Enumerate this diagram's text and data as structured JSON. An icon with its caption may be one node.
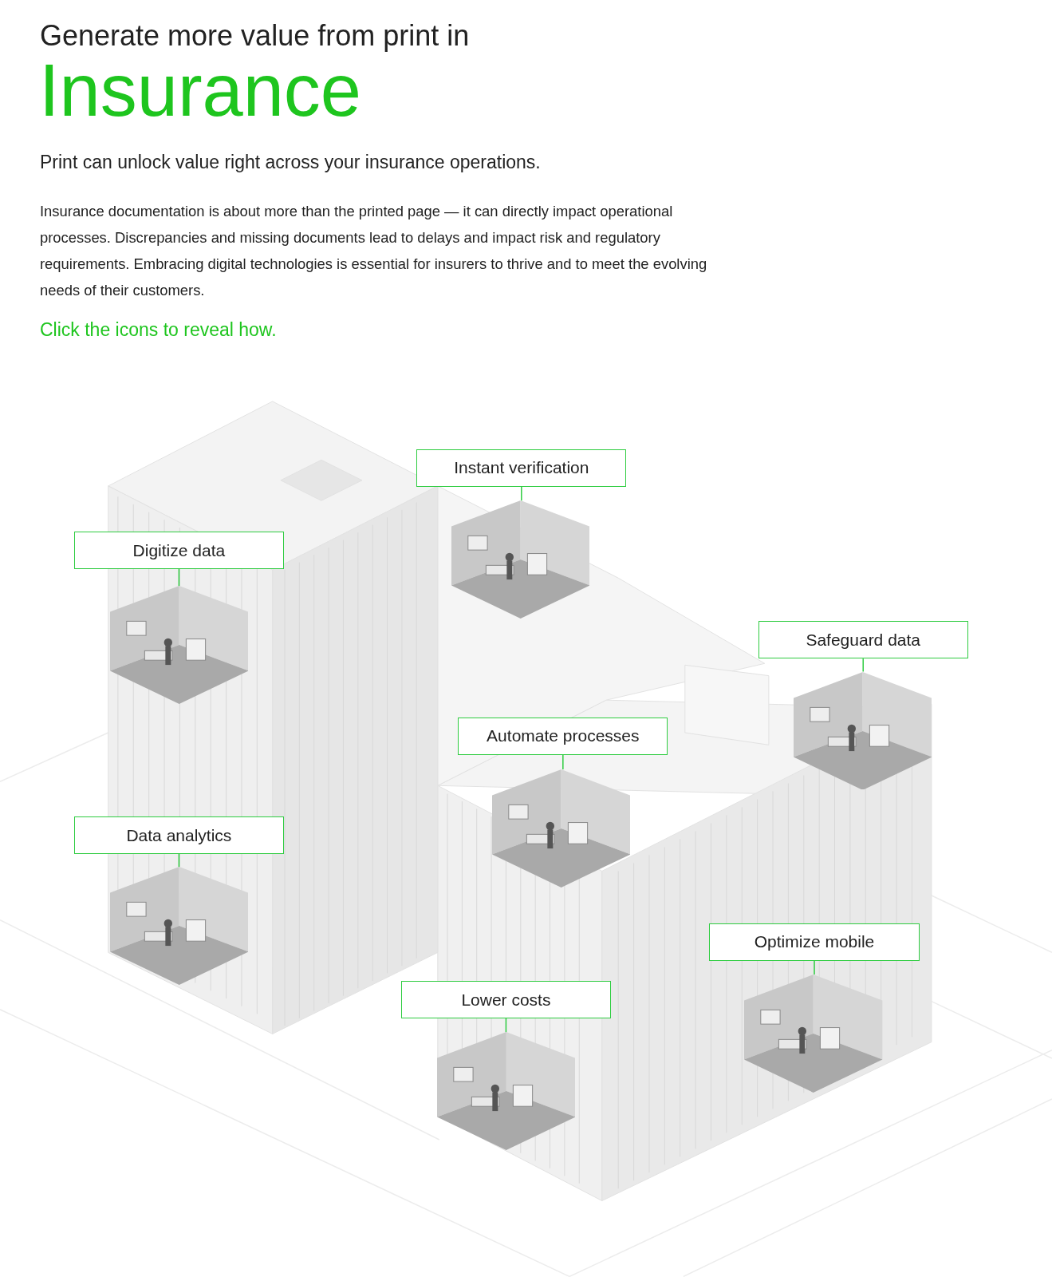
{
  "diagram": {
    "title": "Generate more value from print in",
    "nodes": [
      {
        "text": [
          "Instant verification"
        ]
      },
      {
        "text": [
          "Digitize data"
        ]
      },
      {
        "text": [
          "Safeguard data"
        ]
      },
      {
        "text": [
          "Automate processes"
        ]
      },
      {
        "text": [
          "Data analytics"
        ]
      },
      {
        "text": [
          "Optimize mobile"
        ]
      },
      {
        "text": [
          "Lower costs"
        ]
      },
      {
        "text": [],
        "shape": "picture"
      },
      {
        "text": [],
        "shape": "picture"
      },
      {
        "text": [],
        "shape": "picture"
      },
      {
        "text": [],
        "shape": "picture"
      },
      {
        "text": [],
        "shape": "picture"
      },
      {
        "text": [],
        "shape": "picture"
      },
      {
        "text": [],
        "shape": "picture"
      }
    ],
    "edges": [
      {
        "from": 0,
        "to": 7,
        "arrow": "none"
      },
      {
        "from": 1,
        "to": 8,
        "arrow": "none"
      },
      {
        "from": 2,
        "to": 9,
        "arrow": "none"
      },
      {
        "from": 3,
        "to": 10,
        "arrow": "none"
      },
      {
        "from": 4,
        "to": 11,
        "arrow": "none"
      },
      {
        "from": 5,
        "to": 12,
        "arrow": "none"
      },
      {
        "from": 6,
        "to": 13,
        "arrow": "none"
      }
    ],
    "labels": [
      "Insurance",
      "Print can unlock value right across your insurance operations.",
      "Insurance documentation is about more than the printed page — it can directly impact operational processes. Discrepancies and missing documents lead to delays and impact risk and regulatory requirements. Embracing digital technologies is essential for insurers to thrive and to meet the evolving needs of their customers.",
      "Click the icons to reveal how."
    ]
  }
}
